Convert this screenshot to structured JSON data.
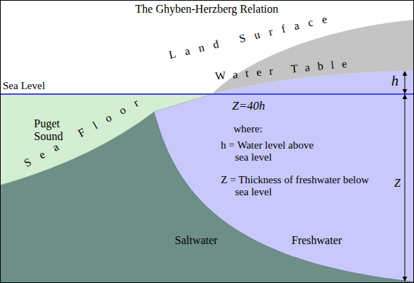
{
  "diagram": {
    "title": "The Ghyben-Herzberg Relation",
    "labels": [
      "Land Surface",
      "Water Table",
      "Sea Level",
      "Puget Sound",
      "Sea Floor",
      "Z=40h",
      "where:",
      "h = Water level above sea level",
      "Z = Thickness of freshwater below sea level",
      "Saltwater",
      "Freshwater",
      "h",
      "Z"
    ]
  }
}
